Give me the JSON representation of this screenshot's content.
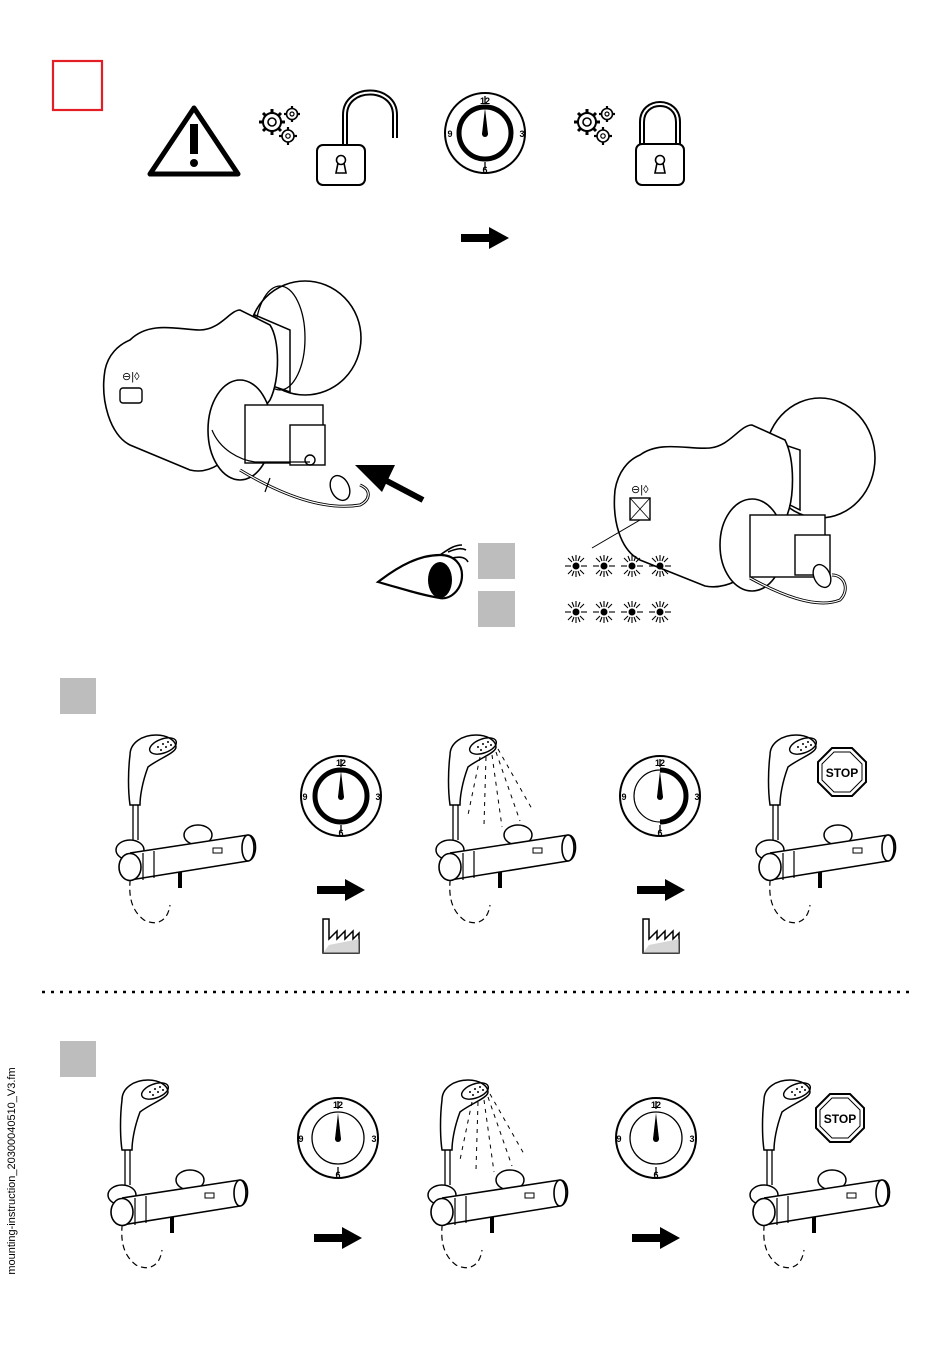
{
  "clocks": {
    "num_12": "12",
    "num_3": "3",
    "num_6": "6",
    "num_9": "9"
  },
  "stop_label": "STOP",
  "footer_filename": "mounting-instruction_20300040510_V3.fm",
  "colors": {
    "marker_red": "#e31e24",
    "step_gray": "#bdbdbd",
    "ink": "#000000"
  }
}
